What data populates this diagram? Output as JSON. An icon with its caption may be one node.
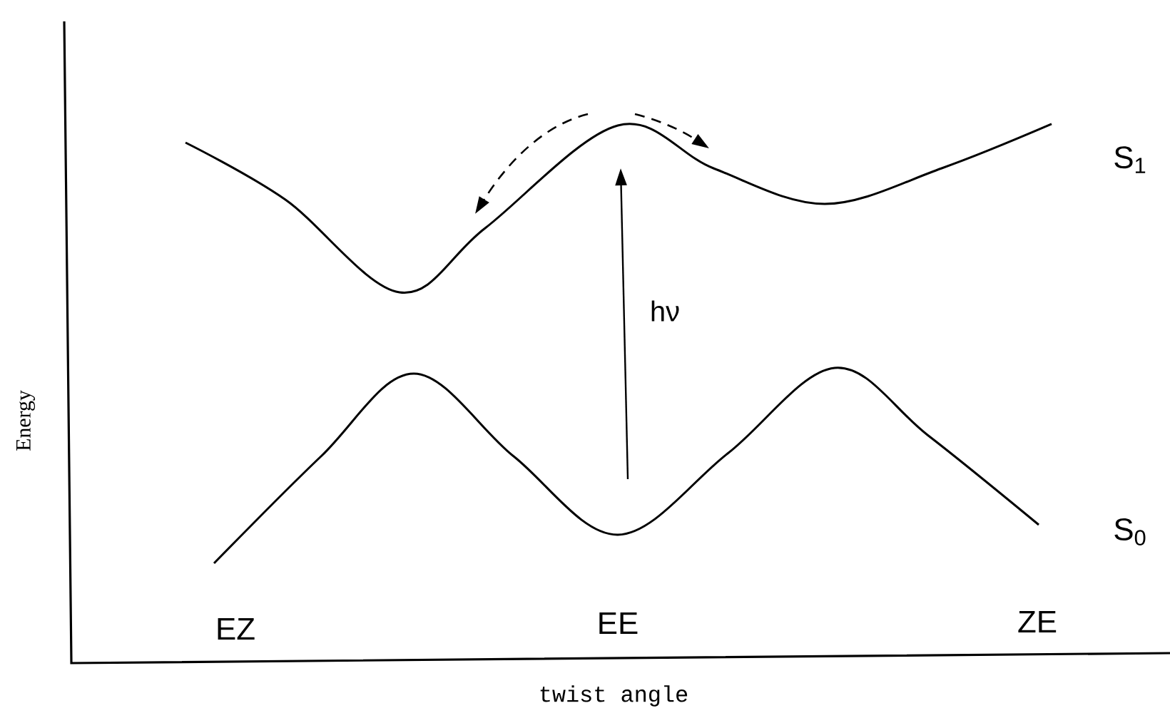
{
  "diagram": {
    "labels": [
      "S$_{1}$",
      "S$_{0}$",
      "hν",
      "EZ",
      "EE",
      "ZE",
      "Energy",
      "twist angle"
    ]
  }
}
